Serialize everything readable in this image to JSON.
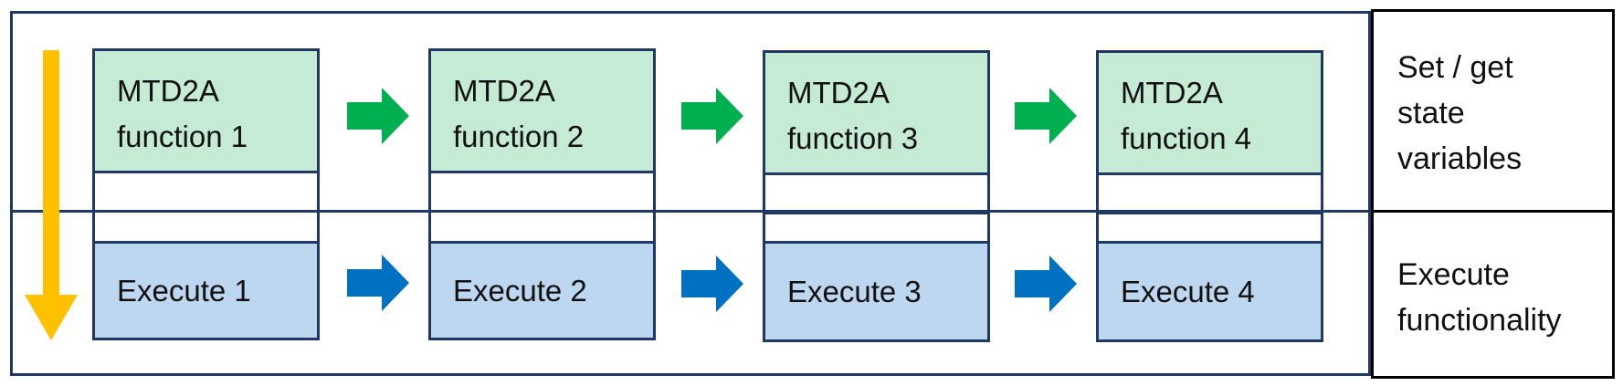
{
  "functions": [
    {
      "line1": "MTD2A",
      "line2": "function 1",
      "execute": "Execute 1"
    },
    {
      "line1": "MTD2A",
      "line2": "function 2",
      "execute": "Execute 2"
    },
    {
      "line1": "MTD2A",
      "line2": "function 3",
      "execute": "Execute 3"
    },
    {
      "line1": "MTD2A",
      "line2": "function 4",
      "execute": "Execute 4"
    }
  ],
  "labels": {
    "top": {
      "line1": "Set / get",
      "line2": "state",
      "line3": "variables"
    },
    "bottom": {
      "line1": "Execute",
      "line2": "functionality"
    }
  },
  "colors": {
    "frame": "#1f3864",
    "function_fill": "#c6ebd5",
    "execute_fill": "#bdd7f0",
    "green_arrow": "#00b050",
    "blue_arrow": "#0070c0",
    "down_arrow": "#ffc000"
  }
}
